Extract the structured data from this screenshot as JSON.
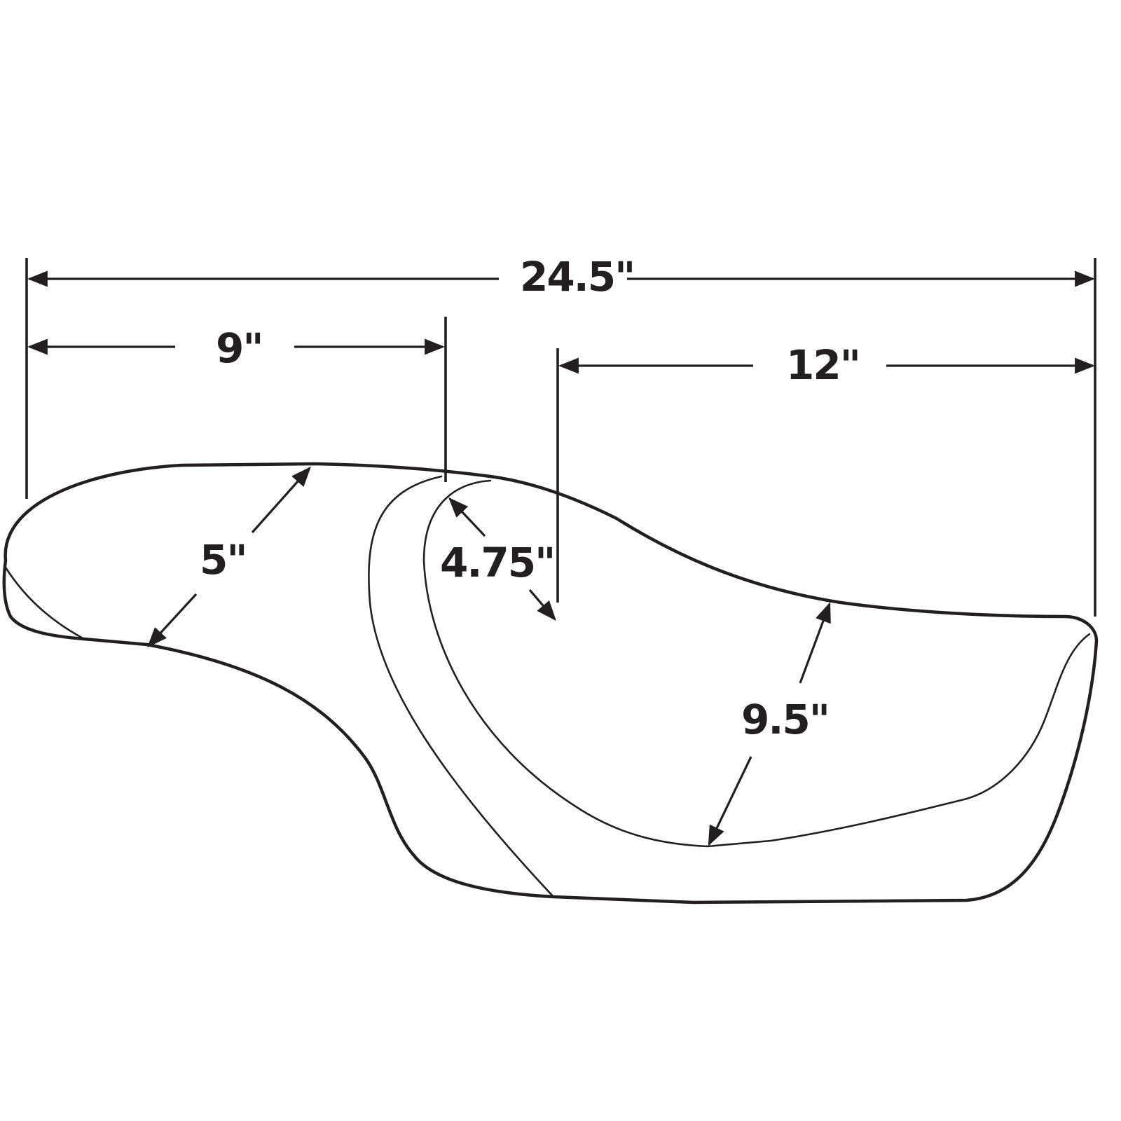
{
  "diagram": {
    "subject": "motorcycle seat dimensions",
    "line_color": "#231f20",
    "background": "#ffffff",
    "dimensions": {
      "overall_length": "24.5\"",
      "rear_section_length": "9\"",
      "front_section_length": "12\"",
      "rear_width": "5\"",
      "center_depth": "4.75\"",
      "front_width": "9.5\""
    }
  }
}
